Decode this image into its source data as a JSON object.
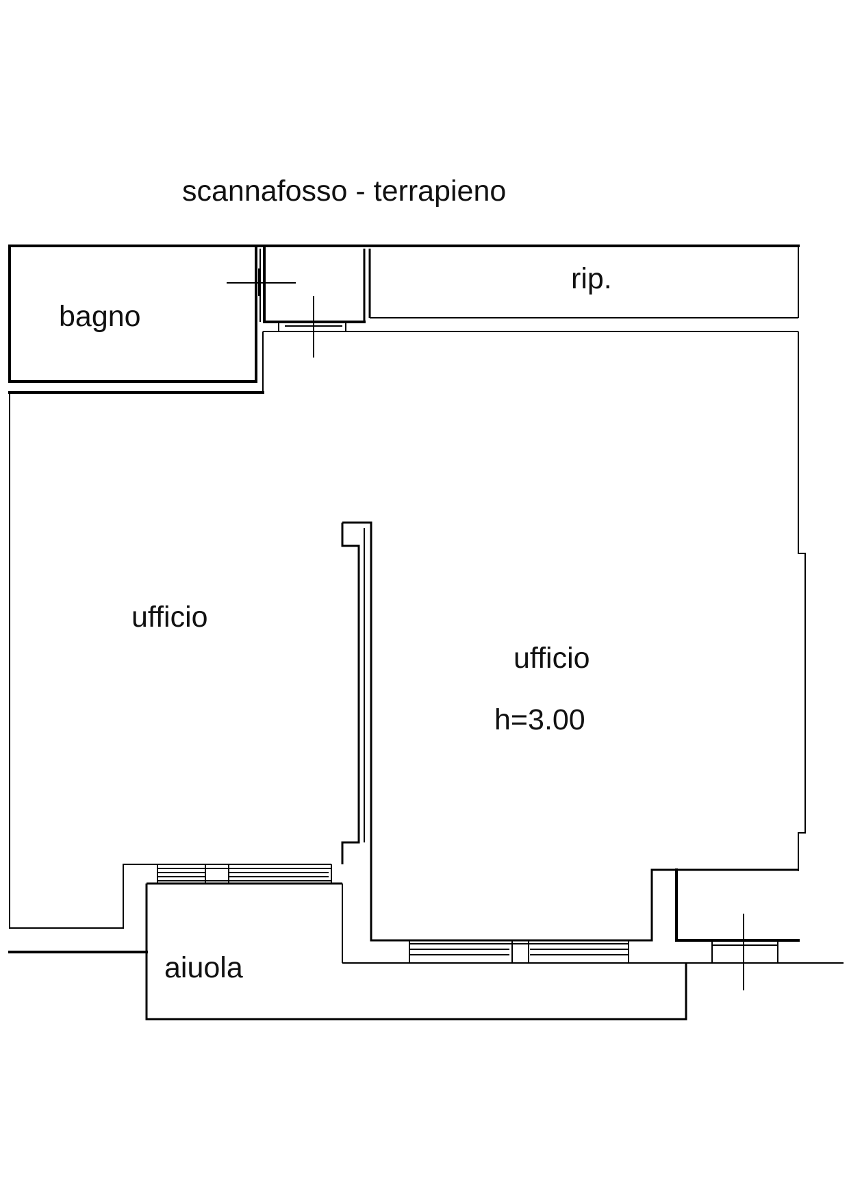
{
  "plan": {
    "top_label": "scannafosso - terrapieno",
    "rooms": {
      "bagno": "bagno",
      "rip": "rip.",
      "ufficio_left": "ufficio",
      "ufficio_right": "ufficio",
      "height_note": "h=3.00",
      "aiuola": "aiuola"
    }
  }
}
